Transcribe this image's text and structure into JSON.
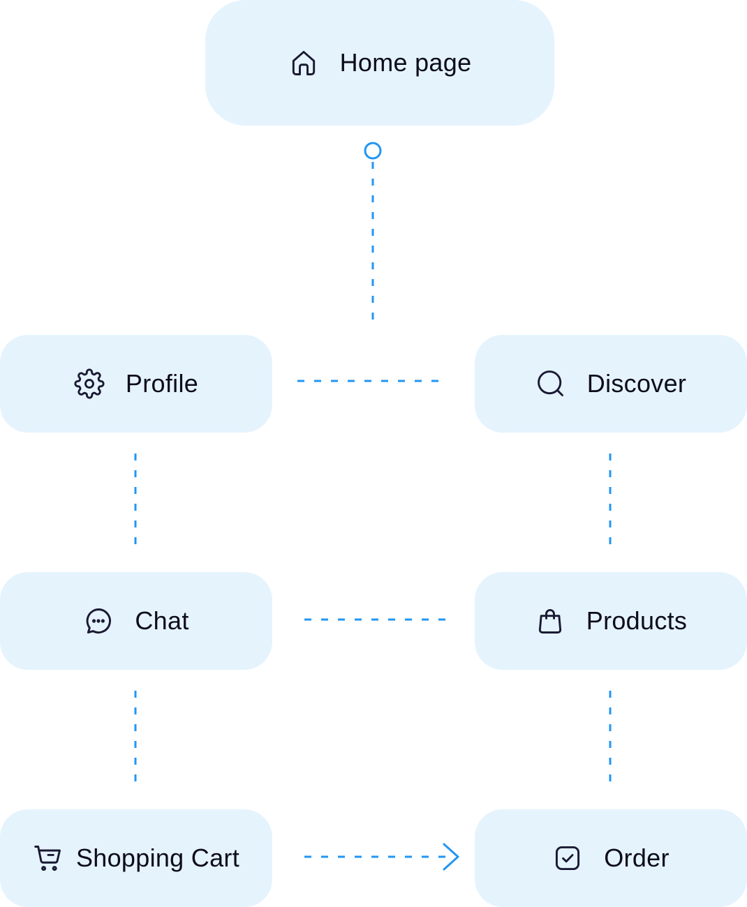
{
  "colors": {
    "node_fill": "#e5f3fd",
    "connector": "#2196f3",
    "text": "#0d0d1a"
  },
  "nodes": {
    "home": {
      "label": "Home page",
      "icon": "home-icon"
    },
    "profile": {
      "label": "Profile",
      "icon": "gear-icon"
    },
    "discover": {
      "label": "Discover",
      "icon": "search-icon"
    },
    "chat": {
      "label": "Chat",
      "icon": "chat-bubble-icon"
    },
    "products": {
      "label": "Products",
      "icon": "shopping-bag-icon"
    },
    "cart": {
      "label": "Shopping Cart",
      "icon": "cart-icon"
    },
    "order": {
      "label": "Order",
      "icon": "checkbox-icon"
    }
  },
  "edges": [
    {
      "from": "Home page",
      "to": "Profile / Discover",
      "style": "dotted",
      "start_marker": "circle"
    },
    {
      "from": "Profile",
      "to": "Discover",
      "style": "dotted"
    },
    {
      "from": "Profile",
      "to": "Chat",
      "style": "dotted"
    },
    {
      "from": "Discover",
      "to": "Products",
      "style": "dotted"
    },
    {
      "from": "Chat",
      "to": "Products",
      "style": "dotted"
    },
    {
      "from": "Chat",
      "to": "Shopping Cart",
      "style": "dotted"
    },
    {
      "from": "Products",
      "to": "Order",
      "style": "dotted"
    },
    {
      "from": "Shopping Cart",
      "to": "Order",
      "style": "dotted",
      "end_marker": "arrow"
    }
  ]
}
